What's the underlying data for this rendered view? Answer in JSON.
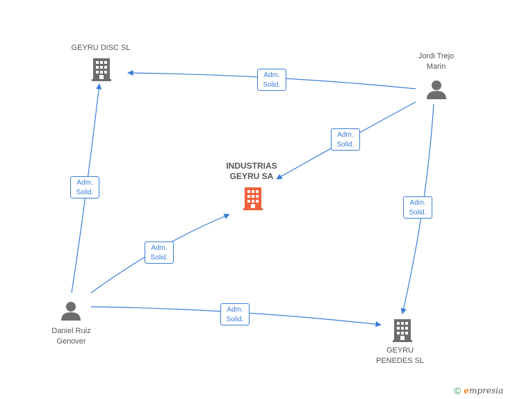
{
  "nodes": {
    "geyru_disc": {
      "label": "GEYRU DISC  SL",
      "type": "company"
    },
    "jordi": {
      "label": "Jordi Trejo\nMarin",
      "type": "person"
    },
    "industrias": {
      "label": "INDUSTRIAS\nGEYRU SA",
      "type": "company-main"
    },
    "daniel": {
      "label": "Daniel Ruiz\nGenover",
      "type": "person"
    },
    "geyru_penedes": {
      "label": "GEYRU\nPENEDES SL",
      "type": "company"
    }
  },
  "edges": [
    {
      "from": "jordi",
      "to": "geyru_disc",
      "line1": "Adm.",
      "line2": "Solid."
    },
    {
      "from": "jordi",
      "to": "industrias",
      "line1": "Adm.",
      "line2": "Solid."
    },
    {
      "from": "jordi",
      "to": "geyru_penedes",
      "line1": "Adm.",
      "line2": "Solid."
    },
    {
      "from": "daniel",
      "to": "geyru_disc",
      "line1": "Adm.",
      "line2": "Solid."
    },
    {
      "from": "daniel",
      "to": "industrias",
      "line1": "Adm.",
      "line2": "Solid."
    },
    {
      "from": "daniel",
      "to": "geyru_penedes",
      "line1": "Adm.",
      "line2": "Solid."
    }
  ],
  "colors": {
    "edge": "#3b7dd8",
    "node_icon": "#6d6d6d",
    "main_node": "#f0603a",
    "text": "#555555"
  },
  "footer": {
    "copyright_symbol": "©",
    "brand_initial": "e",
    "brand_rest": "mpresia"
  }
}
